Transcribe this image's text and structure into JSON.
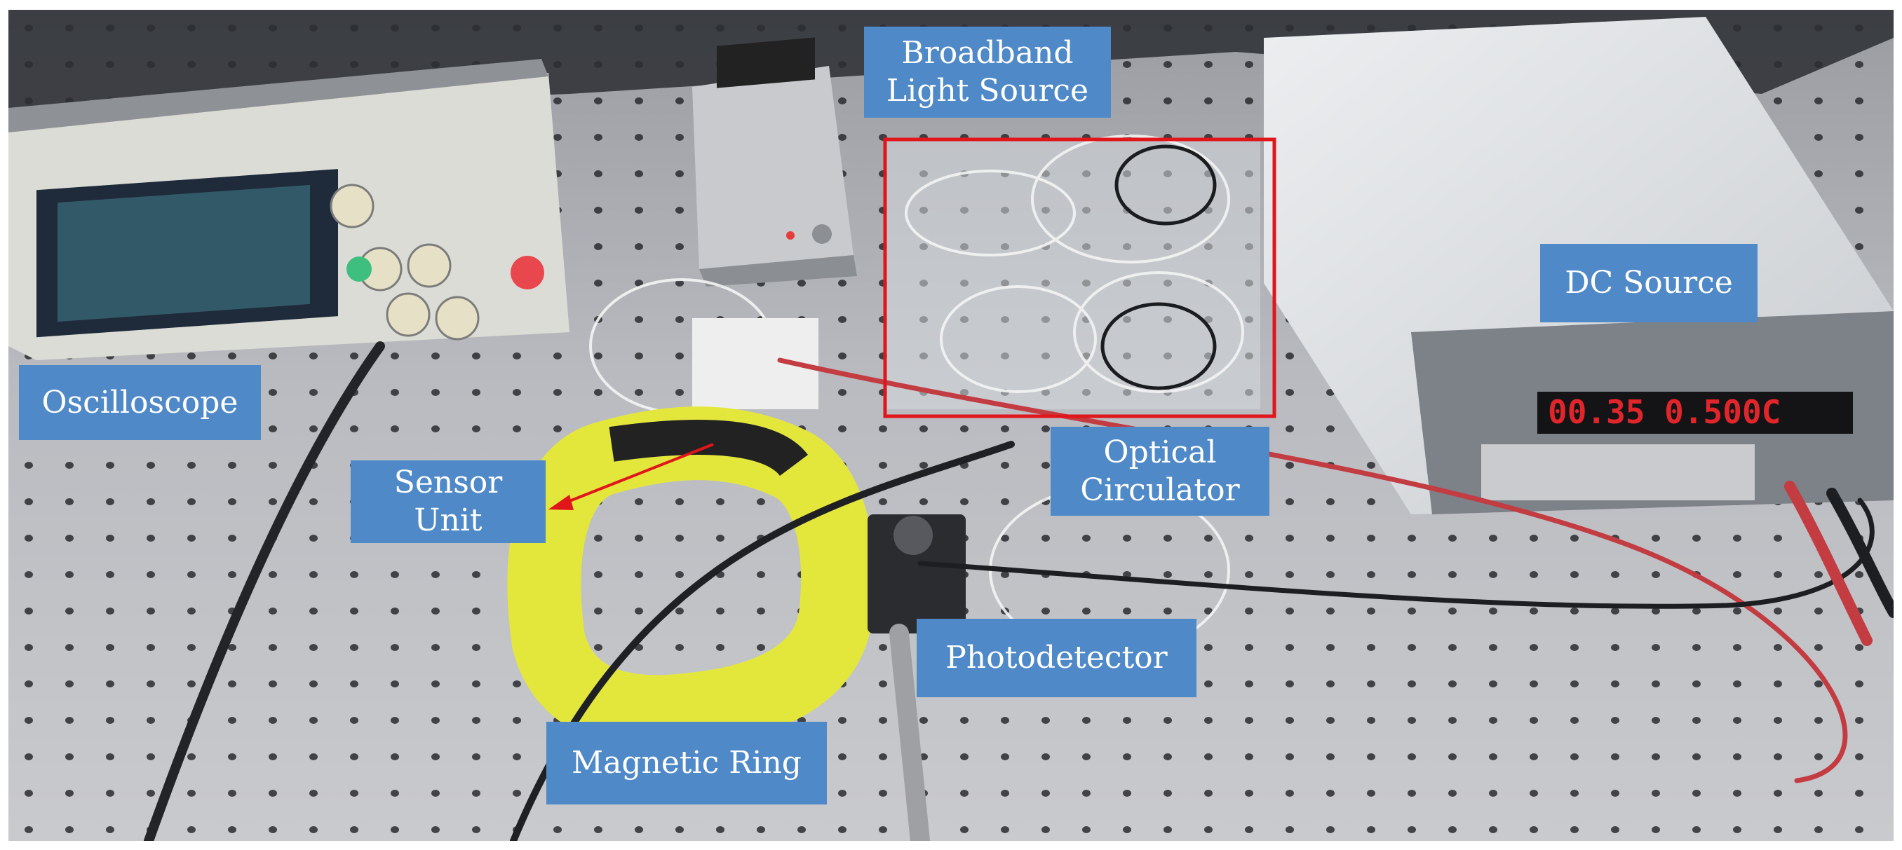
{
  "labels": {
    "oscilloscope": "Oscilloscope",
    "broadband_light_source": "Broadband\nLight Source",
    "dc_source": "DC Source",
    "sensor_unit": "Sensor\nUnit",
    "optical_circulator": "Optical\nCirculator",
    "photodetector": "Photodetector",
    "magnetic_ring": "Magnetic Ring"
  },
  "colors": {
    "label_background": "#4f89c7",
    "label_text": "#ffffff",
    "highlight_box": "#e0161b",
    "arrow": "#e0161b"
  }
}
